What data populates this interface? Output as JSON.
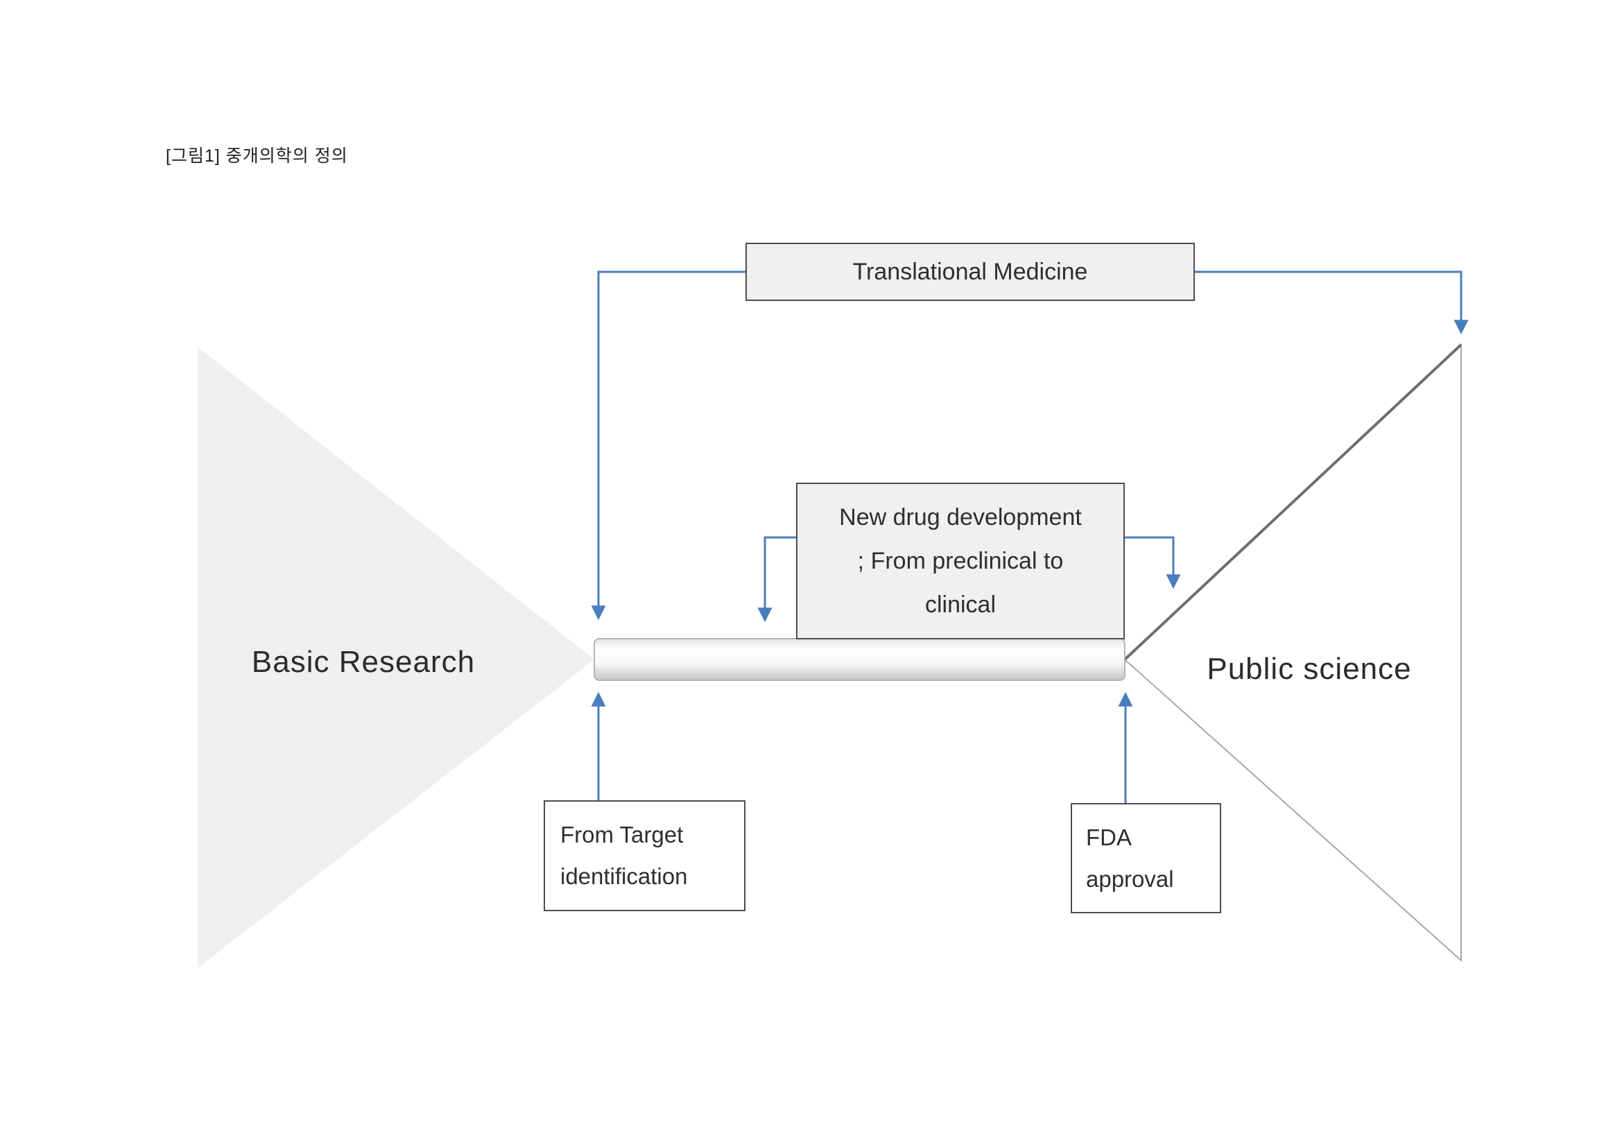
{
  "caption": "[그림1] 중개의학의 정의",
  "colors": {
    "connector": "#4a7ebb",
    "box_fill": "#f0f0f0",
    "box_border": "#4d4d4d",
    "funnel_fill": "#efefef",
    "triangle_stroke": "#a8a8a8",
    "triangle_top_edge": "#6e6e6e"
  },
  "nodes": {
    "translational_medicine": {
      "label": "Translational Medicine"
    },
    "basic_research": {
      "label": "Basic Research"
    },
    "public_science": {
      "label": "Public science"
    },
    "new_drug_development": {
      "lines": [
        "New drug development",
        "; From preclinical to",
        "clinical"
      ]
    },
    "target_identification": {
      "lines": [
        "From Target",
        "identification"
      ]
    },
    "fda_approval": {
      "lines": [
        "FDA",
        "approval"
      ]
    }
  }
}
